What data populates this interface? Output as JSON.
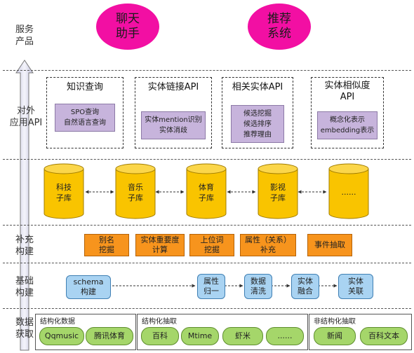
{
  "layers": {
    "service": [
      "服务",
      "产品"
    ],
    "api": [
      "对外",
      "应用API"
    ],
    "supplement": [
      "补充",
      "构建"
    ],
    "basic": [
      "基础",
      "构建"
    ],
    "data": [
      "数据",
      "获取"
    ]
  },
  "products": [
    {
      "lines": [
        "聊天",
        "助手"
      ]
    },
    {
      "lines": [
        "推荐",
        "系统"
      ]
    }
  ],
  "apis": [
    {
      "title": [
        "知识查询"
      ],
      "items": [
        "SPO查询",
        "自然语言查询"
      ]
    },
    {
      "title": [
        "实体链接API"
      ],
      "items": [
        "实体mention识别",
        "实体消歧"
      ]
    },
    {
      "title": [
        "相关实体API"
      ],
      "items": [
        "候选挖掘",
        "候选排序",
        "推荐理由"
      ]
    },
    {
      "title": [
        "实体相似度",
        "API"
      ],
      "items": [
        "概念化表示",
        "embedding表示"
      ]
    }
  ],
  "libraries": [
    {
      "lines": [
        "科技",
        "子库"
      ]
    },
    {
      "lines": [
        "音乐",
        "子库"
      ]
    },
    {
      "lines": [
        "体育",
        "子库"
      ]
    },
    {
      "lines": [
        "影视",
        "子库"
      ]
    },
    {
      "lines": [
        "......"
      ]
    }
  ],
  "supplement_tasks": [
    {
      "lines": [
        "别名",
        "挖掘"
      ]
    },
    {
      "lines": [
        "实体重要度",
        "计算"
      ]
    },
    {
      "lines": [
        "上位词",
        "挖掘"
      ]
    },
    {
      "lines": [
        "属性（关系）",
        "补充"
      ]
    },
    {
      "lines": [
        "事件抽取"
      ]
    }
  ],
  "basic_steps": [
    {
      "lines": [
        "schema",
        "构建"
      ]
    },
    {
      "lines": [
        "属性",
        "归一"
      ]
    },
    {
      "lines": [
        "数据",
        "清洗"
      ]
    },
    {
      "lines": [
        "实体",
        "融合"
      ]
    },
    {
      "lines": [
        "实体",
        "关联"
      ]
    }
  ],
  "sources": [
    {
      "title": "结构化数据",
      "items": [
        "Qqmusic",
        "腾讯体育"
      ]
    },
    {
      "title": "结构化抽取",
      "items": [
        "百科",
        "Mtime",
        "虾米",
        "......"
      ]
    },
    {
      "title": "非结构化抽取",
      "items": [
        "新闻",
        "百科文本"
      ]
    }
  ],
  "colors": {
    "product": "#f20fa3",
    "api_inner": "#c7b4dc",
    "library": "#f9c400",
    "supplement": "#f7941d",
    "basic": "#a9d3f2",
    "source": "#a5d66a"
  }
}
